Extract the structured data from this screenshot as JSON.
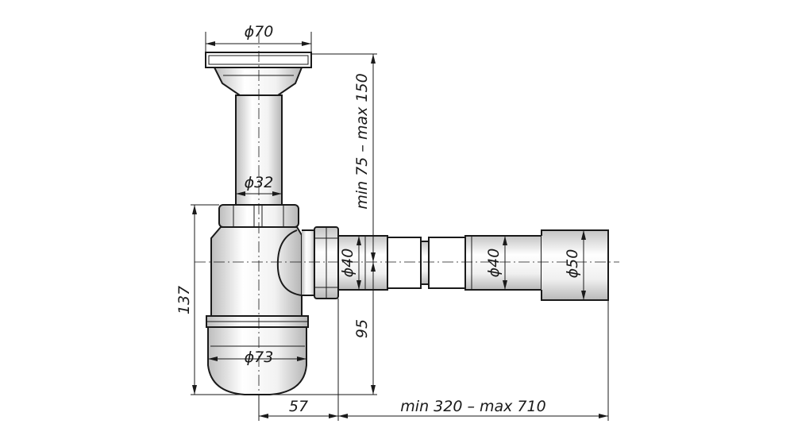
{
  "dimensions": {
    "flange_diameter": "ϕ70",
    "pipe_diameter": "ϕ32",
    "vertical_range": "min 75 – max 150",
    "outlet_diameter_left": "ϕ40",
    "outlet_diameter_mid": "ϕ40",
    "outlet_diameter_right": "ϕ50",
    "trap_height": "137",
    "outlet_height": "95",
    "bottle_diameter": "ϕ73",
    "offset": "57",
    "horizontal_range": "min 320 – max 710"
  },
  "colors": {
    "line": "#1a1a1a",
    "shade_dark": "#cfcfcf",
    "shade_light": "#ffffff"
  }
}
